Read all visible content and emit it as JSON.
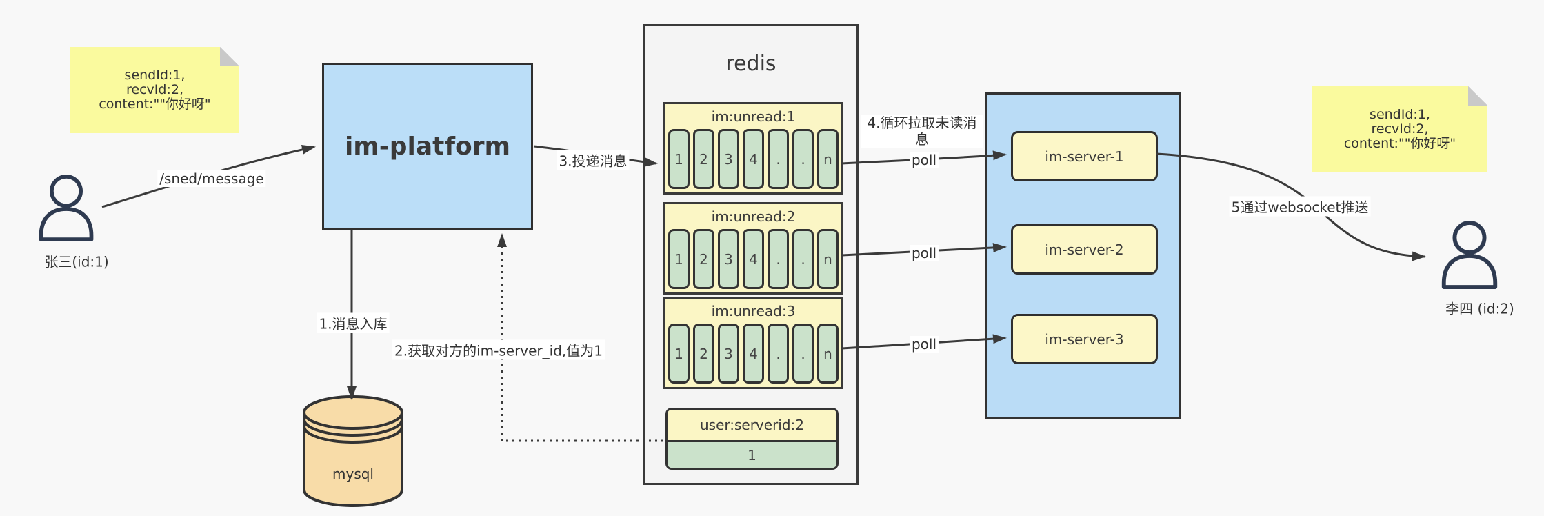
{
  "colors": {
    "bg": "#f8f8f8",
    "sticky": "#fafa9e",
    "sticky-fold": "#c9c9c9",
    "platform-blue": "#bbdef8",
    "container-blue": "#badcf6",
    "redis-bg": "#f4f4f4",
    "queue-yellow": "#fbf6c5",
    "server-yellow": "#fcf7c8",
    "cell-green": "#cbe2cb",
    "mysql-tan": "#f8dca8",
    "stroke": "#3a3a3a",
    "person": "#2e3a50"
  },
  "actors": {
    "sender": {
      "label": "张三(id:1)"
    },
    "receiver": {
      "label": "李四 (id:2)"
    }
  },
  "notes": {
    "left": {
      "lines": [
        "sendId:1,",
        "recvId:2,",
        "content:\"\"你好呀\""
      ]
    },
    "right": {
      "lines": [
        "sendId:1,",
        "recvId:2,",
        "content:\"\"你好呀\""
      ]
    }
  },
  "platform": {
    "label": "im-platform"
  },
  "mysql": {
    "label": "mysql"
  },
  "redis": {
    "title": "redis",
    "queues": [
      {
        "title": "im:unread:1",
        "cells": [
          "1",
          "2",
          "3",
          "4",
          ".",
          ".",
          "n"
        ]
      },
      {
        "title": "im:unread:2",
        "cells": [
          "1",
          "2",
          "3",
          "4",
          ".",
          ".",
          "n"
        ]
      },
      {
        "title": "im:unread:3",
        "cells": [
          "1",
          "2",
          "3",
          "4",
          ".",
          ".",
          "n"
        ]
      }
    ],
    "kv": {
      "title": "user:serverid:2",
      "value": "1"
    }
  },
  "servers": {
    "s1": {
      "label": "im-server-1"
    },
    "s2": {
      "label": "im-server-2"
    },
    "s3": {
      "label": "im-server-3"
    }
  },
  "edges": {
    "send": {
      "label": "/sned/message"
    },
    "step1": {
      "label": "1.消息入库"
    },
    "step2": {
      "label": "2.获取对方的im-server_id,值为1"
    },
    "step3": {
      "label": "3.投递消息"
    },
    "step4": {
      "label": "4.循环拉取未读消息"
    },
    "step5": {
      "label": "5通过websocket推送"
    },
    "poll": {
      "label": "poll"
    }
  }
}
